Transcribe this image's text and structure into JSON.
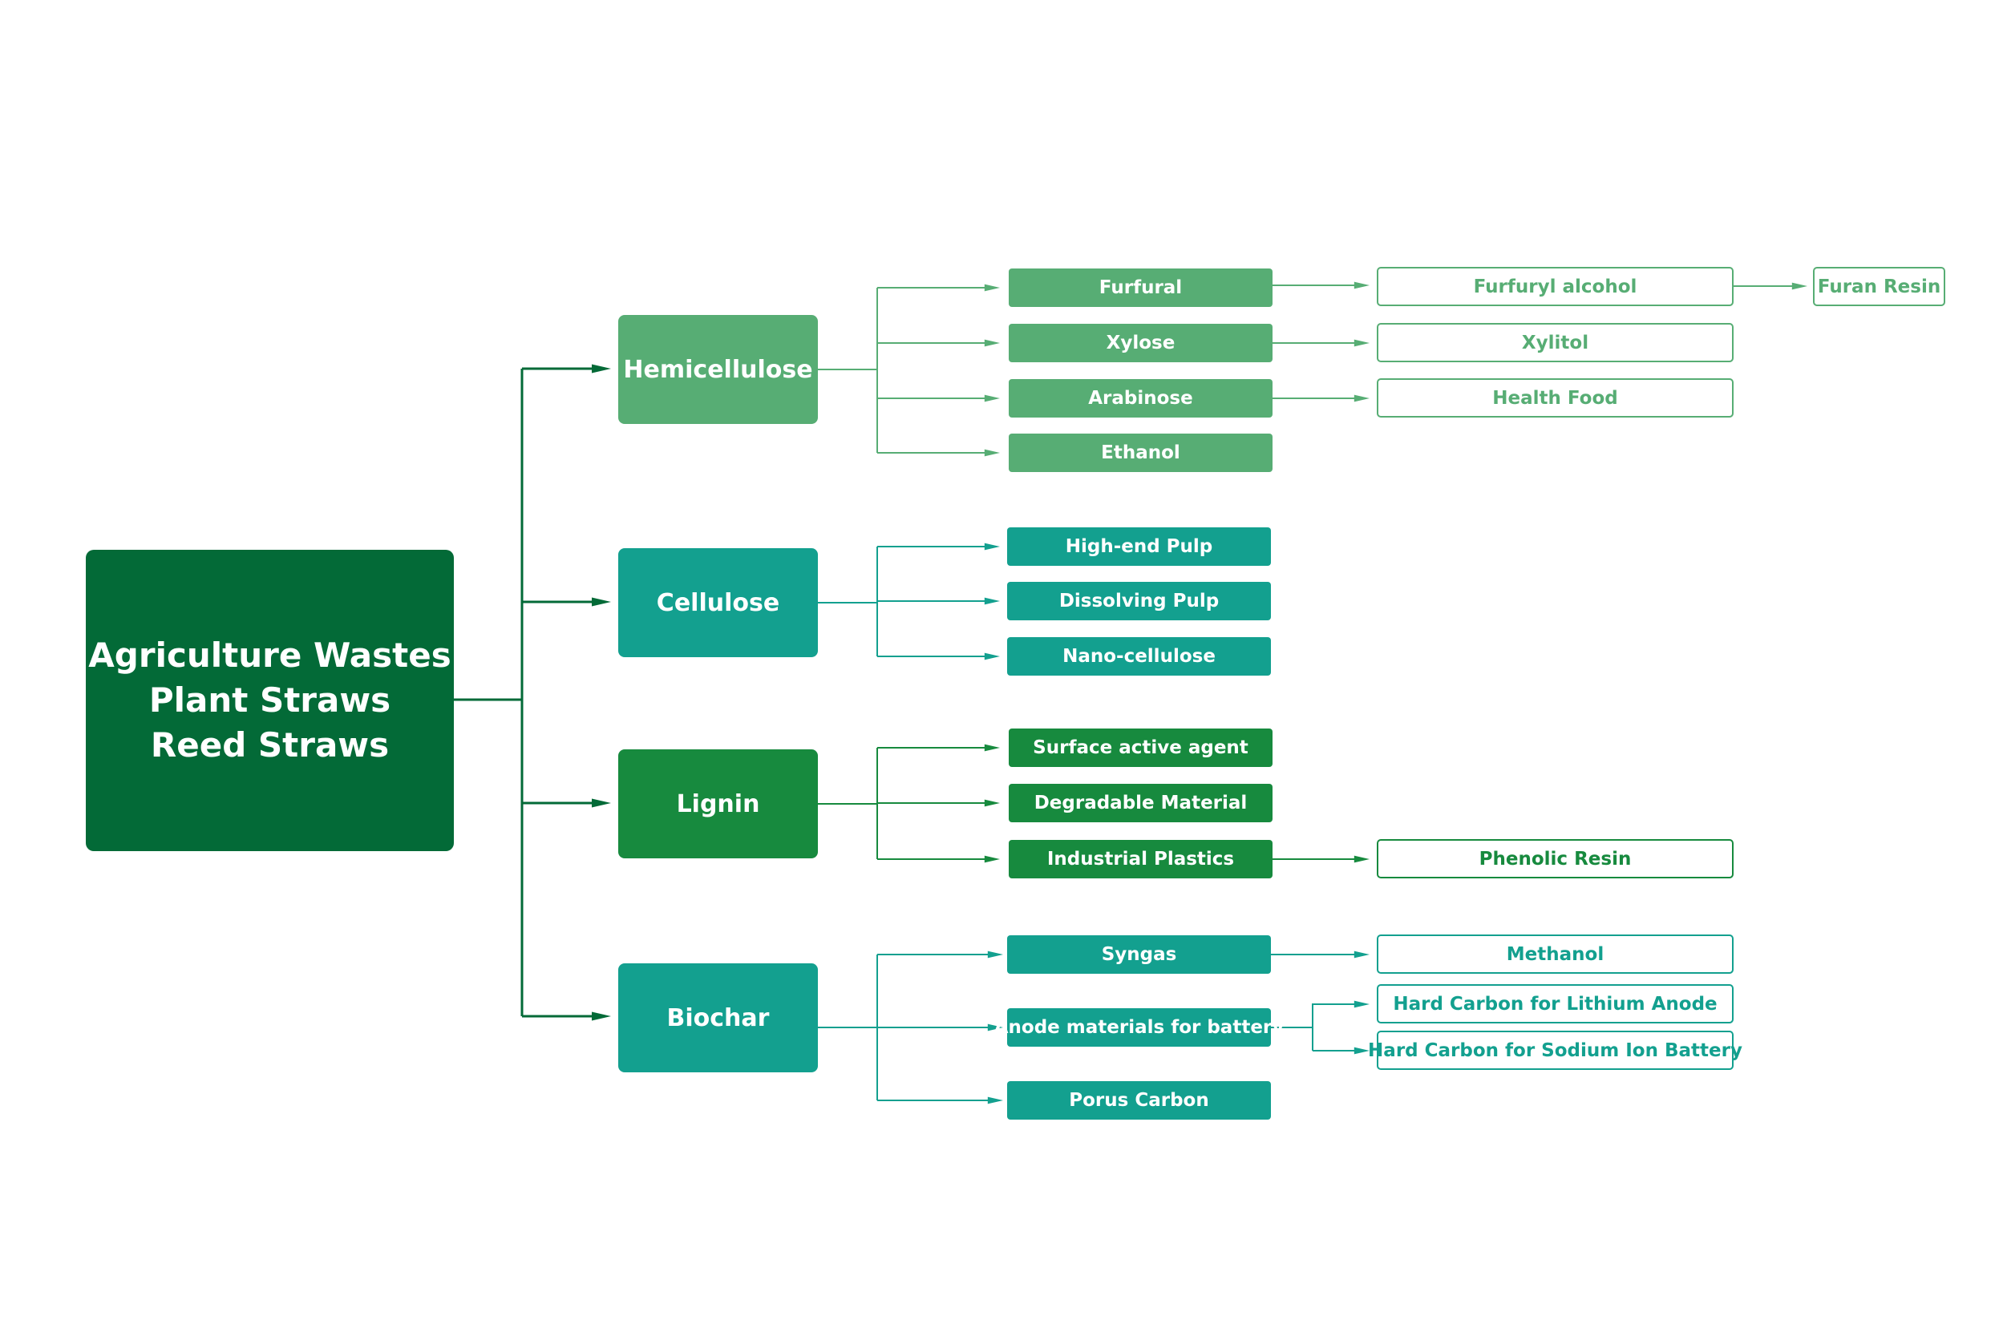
{
  "colors": {
    "root": "#036a37",
    "hemicellulose": "#57ad74",
    "cellulose": "#13a08f",
    "lignin": "#178a3e",
    "biochar": "#13a08f"
  },
  "root": {
    "lines": [
      "Agriculture Wastes",
      "Plant Straws",
      "Reed Straws"
    ]
  },
  "branches": {
    "hemicellulose": {
      "label": "Hemicellulose",
      "products": {
        "furfural": "Furfural",
        "xylose": "Xylose",
        "arabinose": "Arabinose",
        "ethanol": "Ethanol"
      },
      "derivatives": {
        "furfuryl_alcohol": "Furfuryl alcohol",
        "xylitol": "Xylitol",
        "health_food": "Health Food",
        "furan_resin": "Furan Resin"
      }
    },
    "cellulose": {
      "label": "Cellulose",
      "products": {
        "high_end_pulp": "High-end Pulp",
        "dissolving_pulp": "Dissolving Pulp",
        "nano_cellulose": "Nano-cellulose"
      }
    },
    "lignin": {
      "label": "Lignin",
      "products": {
        "surface_active_agent": "Surface active agent",
        "degradable_material": "Degradable Material",
        "industrial_plastics": "Industrial Plastics"
      },
      "derivatives": {
        "phenolic_resin": "Phenolic Resin"
      }
    },
    "biochar": {
      "label": "Biochar",
      "products": {
        "syngas": "Syngas",
        "anode_materials": "Anode materials for battery",
        "porus_carbon": "Porus Carbon"
      },
      "derivatives": {
        "methanol": "Methanol",
        "hard_carbon_lithium": "Hard Carbon for Lithium Anode",
        "hard_carbon_sodium": "Hard Carbon for Sodium Ion Battery"
      }
    }
  }
}
